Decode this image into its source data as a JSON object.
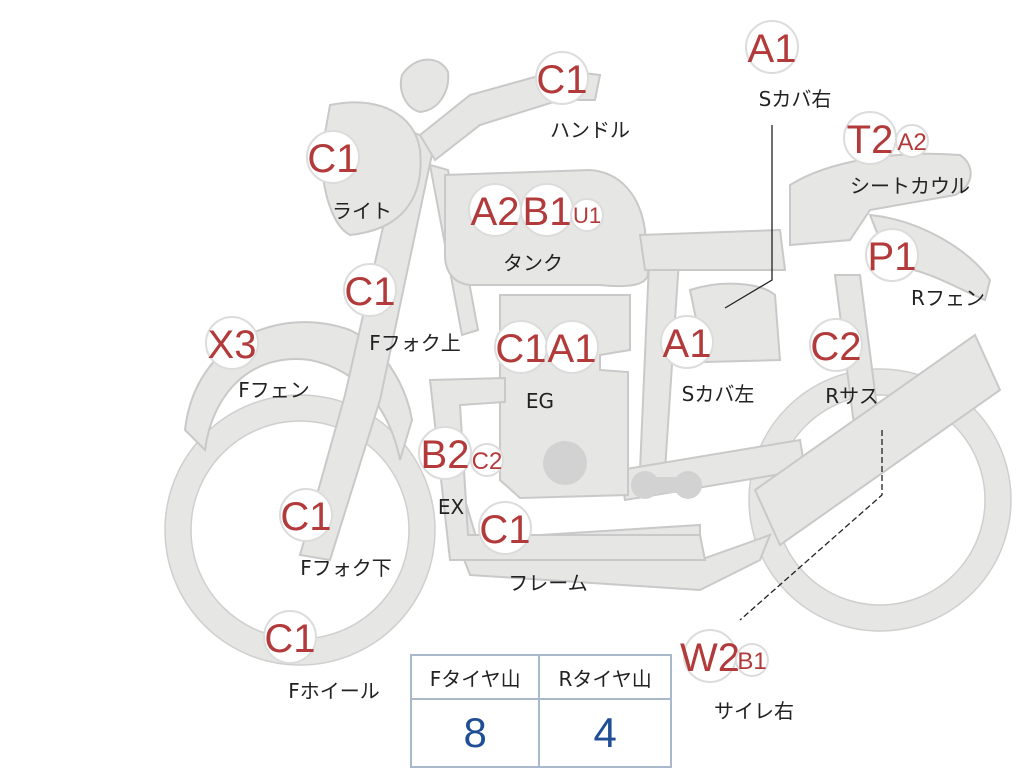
{
  "labels": {
    "handle": "ハンドル",
    "light": "ライト",
    "tank": "タンク",
    "s_cover_right": "Sカバ右",
    "seat_cowl": "シートカウル",
    "r_fender": "Rフェン",
    "f_fork_upper": "Fフォク上",
    "f_fender": "Fフェン",
    "engine": "EG",
    "s_cover_left": "Sカバ左",
    "r_suspension": "Rサス",
    "exhaust": "EX",
    "f_fork_lower": "Fフォク下",
    "frame": "フレーム",
    "f_wheel": "Fホイール",
    "muffler_right": "サイレ右"
  },
  "grades": {
    "handle": "C1",
    "light": "C1",
    "tank_a": "A2",
    "tank_b": "B1",
    "tank_u": "U1",
    "s_cover_right": "A1",
    "seat_cowl_main": "T2",
    "seat_cowl_sub": "A2",
    "r_fender": "P1",
    "f_fork_upper": "C1",
    "f_fender": "X3",
    "engine_a": "C1",
    "engine_b": "A1",
    "s_cover_left": "A1",
    "r_suspension": "C2",
    "exhaust_main": "B2",
    "exhaust_sub": "C2",
    "f_fork_lower": "C1",
    "frame": "C1",
    "f_wheel": "C1",
    "muffler_main": "W2",
    "muffler_sub": "B1"
  },
  "tire_table": {
    "headers": [
      "Fタイヤ山",
      "Rタイヤ山"
    ],
    "values": [
      "8",
      "4"
    ]
  },
  "colors": {
    "grade_red": "#b23a3a",
    "value_blue": "#1f4e96",
    "part_gray": "#e6e6e4",
    "table_border": "#aab8cc"
  }
}
